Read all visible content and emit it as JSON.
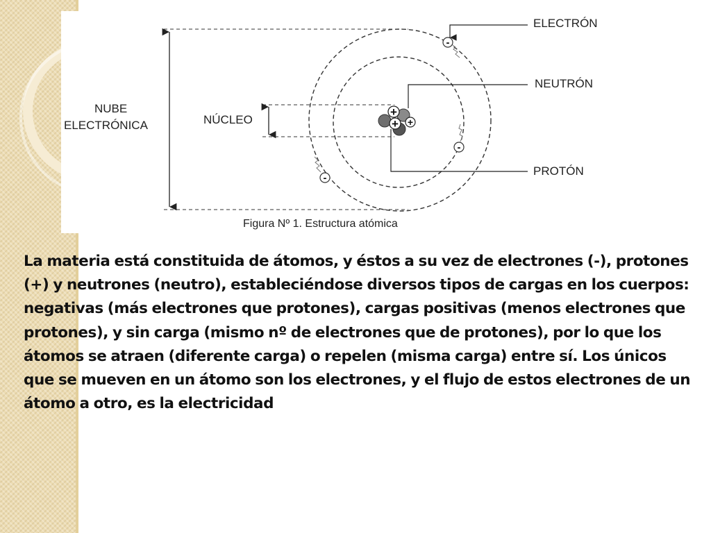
{
  "figure": {
    "labels": {
      "electron": "ELECTRÓN",
      "neutron": "NEUTRÓN",
      "proton": "PROTÓN",
      "nucleus": "NÚCLEO",
      "cloud_line1": "NUBE",
      "cloud_line2": "ELECTRÓNICA"
    },
    "caption": "Figura Nº 1. Estructura atómica",
    "particle_symbols": {
      "electron": "-",
      "proton": "+"
    }
  },
  "body": {
    "paragraph": "La materia está constituida de átomos, y éstos a su vez de electrones (-), protones (+) y neutrones (neutro), estableciéndose diversos tipos de cargas en los cuerpos: negativas (más electrones que protones), cargas positivas (menos electrones que protones), y sin carga (mismo nº de electrones que de protones), por lo que los átomos se atraen (diferente carga) o repelen (misma carga) entre sí. Los únicos que se mueven en un átomo son los electrones, y el flujo de estos electrones de un átomo a otro, es la electricidad"
  }
}
